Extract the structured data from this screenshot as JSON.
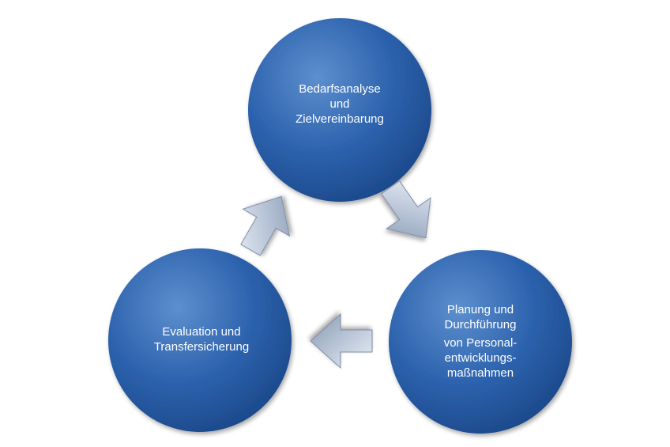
{
  "diagram": {
    "nodes": [
      {
        "id": "top",
        "lines": [
          "Bedarfsanalyse",
          "und",
          "Zielvereinbarung"
        ]
      },
      {
        "id": "right",
        "lines": [
          "Planung und",
          "Durchführung",
          "von Personal-",
          "entwicklungs-",
          "maßnahmen"
        ]
      },
      {
        "id": "left",
        "lines": [
          "Evaluation und",
          "Transfersicherung"
        ]
      }
    ],
    "arrows": [
      {
        "from": "top",
        "to": "right"
      },
      {
        "from": "right",
        "to": "left"
      },
      {
        "from": "left",
        "to": "top"
      }
    ],
    "colors": {
      "circle_light": "#5d8fce",
      "circle_mid": "#2c62ad",
      "circle_dark": "#1b4788",
      "arrow_light": "#e9eef5",
      "arrow_mid": "#b4c1d4",
      "arrow_dark": "#8898b0",
      "text": "#ffffff"
    }
  }
}
